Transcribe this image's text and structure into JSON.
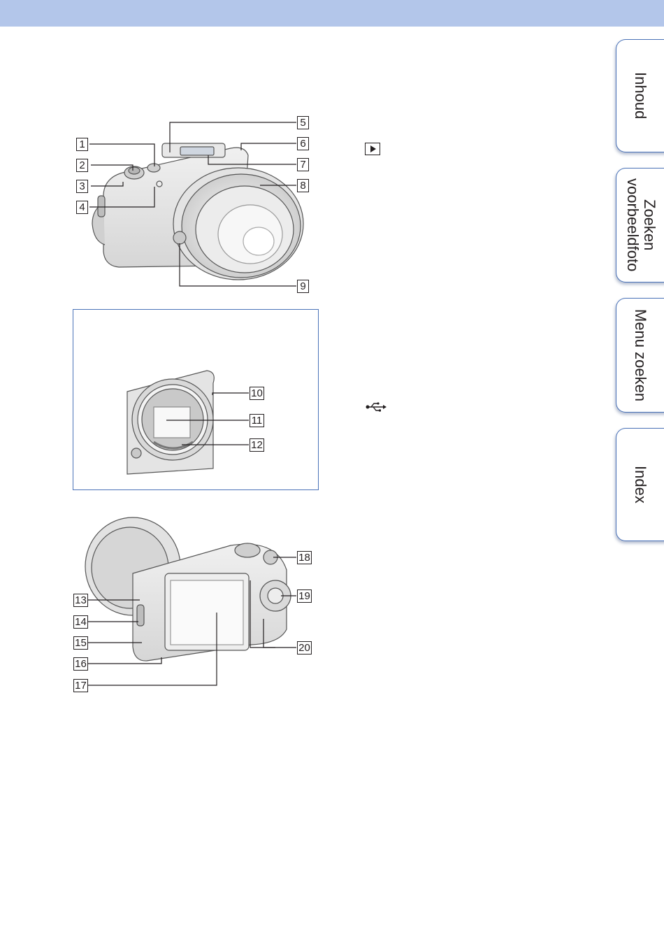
{
  "nav_tabs": {
    "inhoud": "Inhoud",
    "zoeken_voorbeeldfoto": "Zoeken voorbeeldfoto",
    "menu_zoeken": "Menu zoeken",
    "index": "Index"
  },
  "callouts": {
    "front": [
      "1",
      "2",
      "3",
      "4",
      "5",
      "6",
      "7",
      "8",
      "9"
    ],
    "mount": [
      "10",
      "11",
      "12"
    ],
    "back": [
      "13",
      "14",
      "15",
      "16",
      "17",
      "18",
      "19",
      "20"
    ]
  },
  "icons": {
    "playback": "playback-icon",
    "usb": "usb-icon"
  },
  "colors": {
    "header_band": "#b3c6ea",
    "tab_border": "#4a72b8",
    "inset_border": "#4a72b8",
    "text": "#231f20"
  }
}
